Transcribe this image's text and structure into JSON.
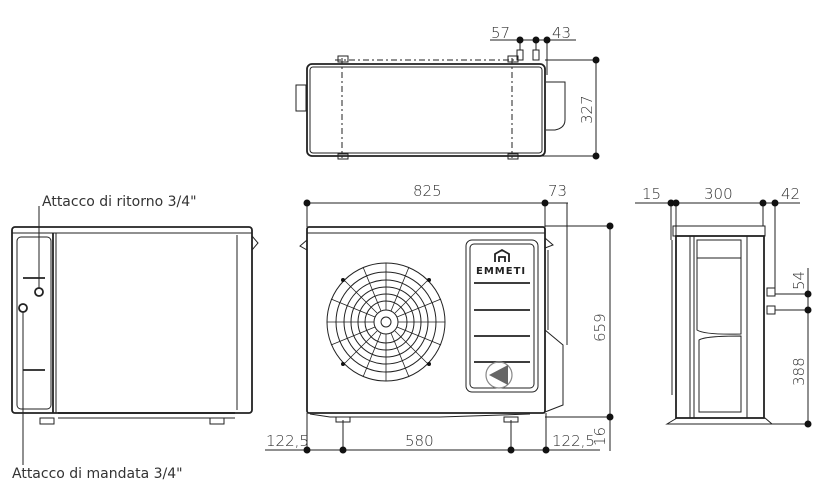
{
  "drawing": {
    "brand": "EMMETI",
    "labels": {
      "return_connection": "Attacco di ritorno 3/4\"",
      "supply_connection": "Attacco di mandata 3/4\""
    },
    "top_view": {
      "dim_left_offset": "57",
      "dim_right_offset": "43",
      "dim_depth": "327"
    },
    "front_view": {
      "dim_width": "825",
      "dim_protrusion": "73",
      "dim_height": "659",
      "dim_foot_left": "122,5",
      "dim_foot_spacing": "580",
      "dim_foot_right": "122,5",
      "dim_foot_height": "16"
    },
    "side_view": {
      "dim_left": "15",
      "dim_depth": "300",
      "dim_right": "42",
      "dim_pipe_spacing": "54",
      "dim_pipe_height": "388"
    }
  }
}
